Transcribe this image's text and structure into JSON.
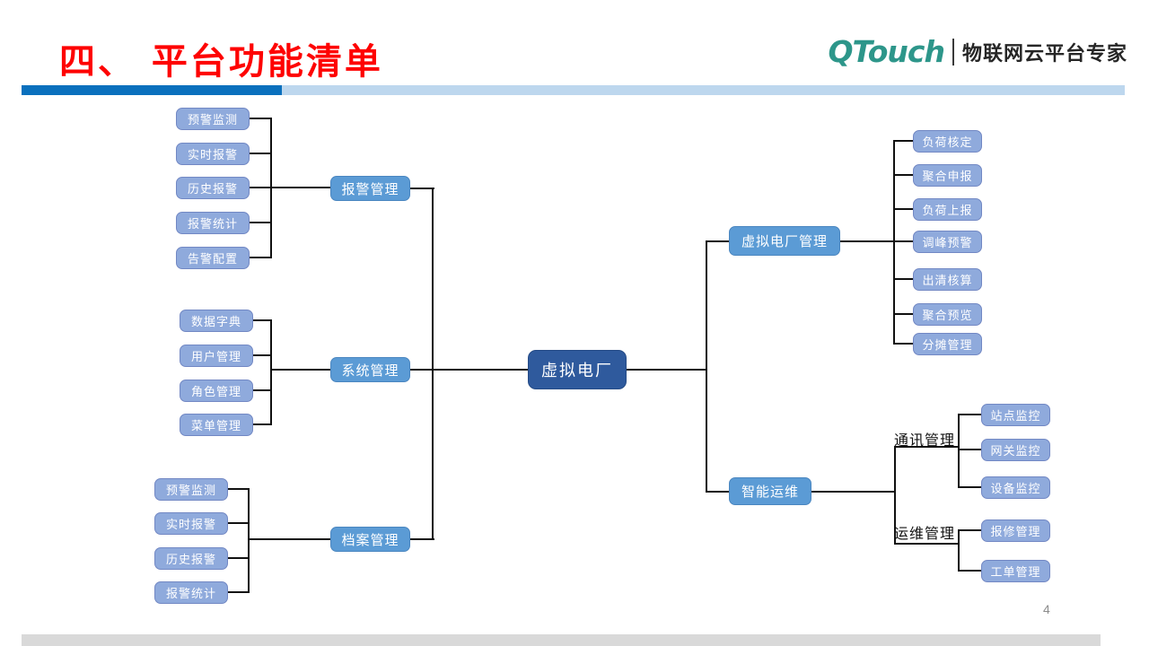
{
  "header": {
    "title": "四、 平台功能清单",
    "title_color": "#FE0202",
    "brand": {
      "logo": "QTouch",
      "tagline": "物联网云平台专家",
      "logo_color": "#2D968A"
    },
    "accent_bar": {
      "dark_color": "#0A70BD",
      "light_color": "#BDD7EE"
    }
  },
  "mindmap": {
    "root": "虚拟电厂",
    "left": [
      {
        "label": "报警管理",
        "children": [
          "预警监测",
          "实时报警",
          "历史报警",
          "报警统计",
          "告警配置"
        ]
      },
      {
        "label": "系统管理",
        "children": [
          "数据字典",
          "用户管理",
          "角色管理",
          "菜单管理"
        ]
      },
      {
        "label": "档案管理",
        "children": [
          "预警监测",
          "实时报警",
          "历史报警",
          "报警统计"
        ]
      }
    ],
    "right": [
      {
        "label": "虚拟电厂管理",
        "children": [
          "负荷核定",
          "聚合申报",
          "负荷上报",
          "调峰预警",
          "出清核算",
          "聚合预览",
          "分摊管理"
        ]
      },
      {
        "label": "智能运维",
        "groups": [
          {
            "label": "通讯管理",
            "children": [
              "站点监控",
              "网关监控",
              "设备监控"
            ]
          },
          {
            "label": "运维管理",
            "children": [
              "报修管理",
              "工单管理"
            ]
          }
        ]
      }
    ],
    "colors": {
      "leaf": "#8FAADC",
      "branch": "#5B9BD5",
      "root": "#2F5A9D",
      "line": "#111111"
    }
  },
  "footer": {
    "page_number": "4"
  }
}
